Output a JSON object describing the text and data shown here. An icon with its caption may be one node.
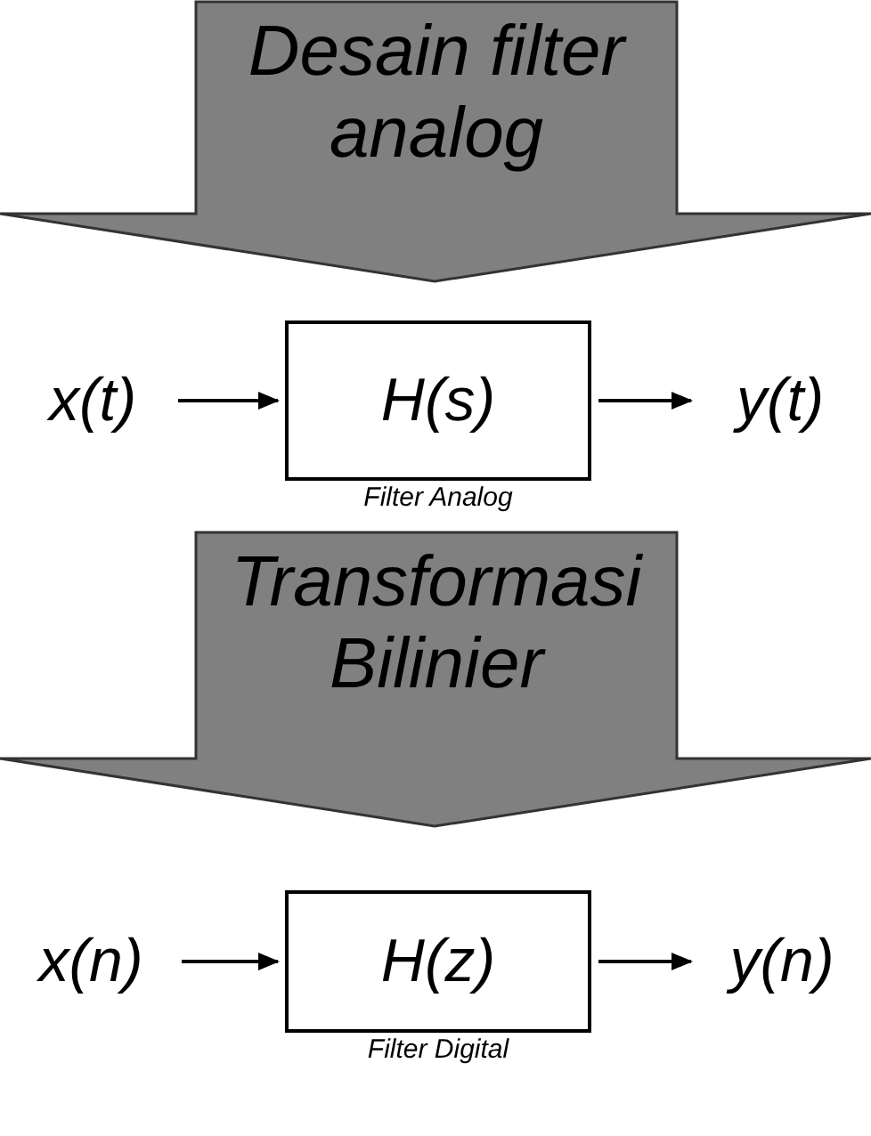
{
  "diagram": {
    "nodes": [
      {
        "text": [
          "Desain filter analog"
        ]
      },
      {
        "text": [
          "x(t)"
        ]
      },
      {
        "text": [
          "H(s)"
        ],
        "beside": [
          "Filter Analog"
        ]
      },
      {
        "text": [
          "y(t)"
        ]
      },
      {
        "text": [
          "Transformasi Bilinier"
        ]
      },
      {
        "text": [
          "x(n)"
        ]
      },
      {
        "text": [
          "H(z)"
        ],
        "beside": [
          "Filter Digital"
        ]
      },
      {
        "text": [
          "y(n)"
        ]
      }
    ],
    "edges": [
      {
        "from": 1,
        "to": 2,
        "arrow": "to"
      },
      {
        "from": 2,
        "to": 3,
        "arrow": "to"
      },
      {
        "from": 5,
        "to": 6,
        "arrow": "to"
      },
      {
        "from": 6,
        "to": 7,
        "arrow": "to"
      }
    ]
  }
}
